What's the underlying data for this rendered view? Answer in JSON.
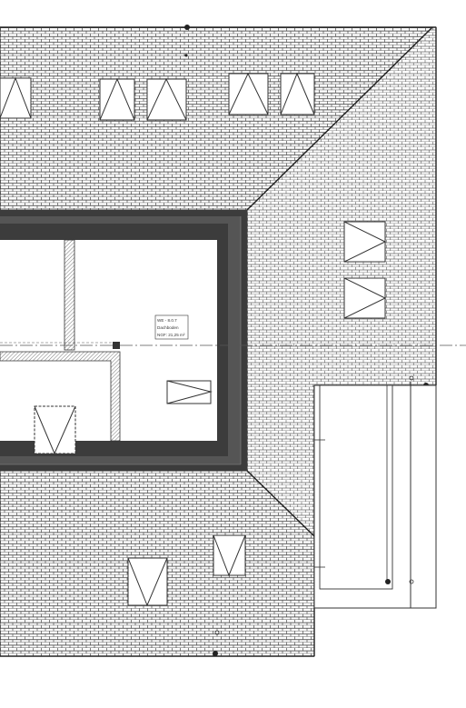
{
  "drawing": {
    "room_tag": {
      "line1": "WE - 8.0.7",
      "line2": "Dachboden",
      "line3": "NGF: 21,25 m²"
    }
  },
  "colors": {
    "line": "#333333",
    "wall": "#3c3c3c",
    "wall_light": "#6a6a6a",
    "paper": "#ffffff"
  }
}
